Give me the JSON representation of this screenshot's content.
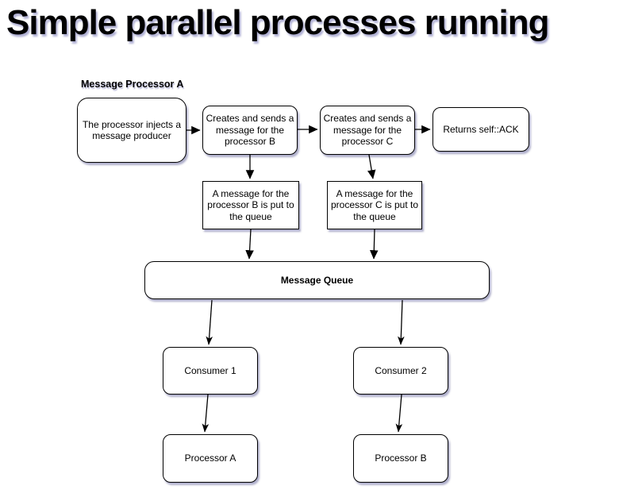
{
  "page": {
    "title": "Simple parallel processes running"
  },
  "diagram": {
    "group_label": "Message Processor A",
    "nodes": {
      "injector": "The processor injects a message producer",
      "send_b": "Creates and sends a message for the processor B",
      "send_c": "Creates and sends a message for the processor C",
      "ack": "Returns self::ACK",
      "queue_msg_b": "A message for the processor B is put to the queue",
      "queue_msg_c": "A message for the processor C is put to the queue",
      "queue": "Message Queue",
      "consumer1": "Consumer 1",
      "consumer2": "Consumer 2",
      "processor_a": "Processor A",
      "processor_b": "Processor B"
    },
    "edges": [
      {
        "from": "injector",
        "to": "send_b",
        "style": "classic"
      },
      {
        "from": "send_b",
        "to": "send_c",
        "style": "classic"
      },
      {
        "from": "send_c",
        "to": "ack",
        "style": "classic"
      },
      {
        "from": "send_b",
        "to": "queue_msg_b",
        "style": "classic"
      },
      {
        "from": "send_c",
        "to": "queue_msg_c",
        "style": "classic"
      },
      {
        "from": "queue_msg_b",
        "to": "queue",
        "style": "classic"
      },
      {
        "from": "queue_msg_c",
        "to": "queue",
        "style": "classic"
      },
      {
        "from": "queue",
        "to": "consumer1",
        "style": "thin"
      },
      {
        "from": "queue",
        "to": "consumer2",
        "style": "thin"
      },
      {
        "from": "consumer1",
        "to": "processor_a",
        "style": "thin"
      },
      {
        "from": "consumer2",
        "to": "processor_b",
        "style": "thin"
      }
    ],
    "colors": {
      "stroke": "#000000",
      "node_fill": "#ffffff",
      "text": "#000000",
      "shadow": "#8e8eb0"
    }
  }
}
